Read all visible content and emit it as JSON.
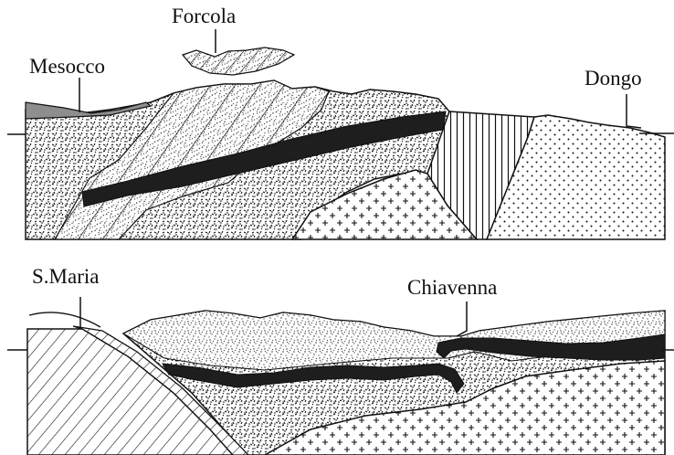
{
  "labels": {
    "forcola": "Forcola",
    "mesocco": "Mesocco",
    "dongo": "Dongo",
    "s_maria": "S.Maria",
    "chiavenna": "Chiavenna"
  },
  "colors": {
    "ink": "#111111",
    "band": "#1e1e1e",
    "cover": "#8e8e8e",
    "paper": "#ffffff"
  },
  "legend_patterns": [
    "dense-speckle",
    "fine-speckle",
    "crosses",
    "dots",
    "vertical-lines",
    "diagonal-lines",
    "double-hatch",
    "solid-dark",
    "grey-fill"
  ]
}
